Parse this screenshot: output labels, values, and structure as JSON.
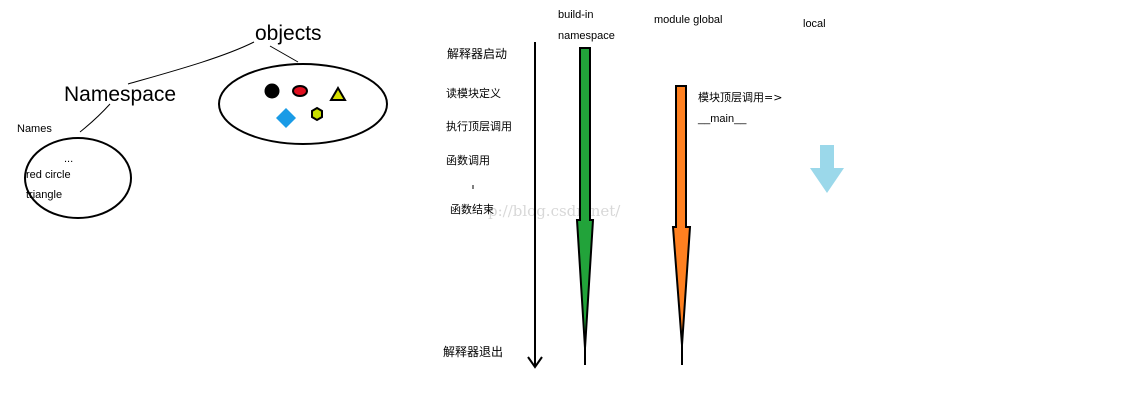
{
  "left_diagram": {
    "objects_label": "objects",
    "namespace_label": "Namespace",
    "names_label": "Names",
    "names_items": [
      "...",
      "red circle",
      "triangle"
    ],
    "object_icons": [
      {
        "name": "black-circle-icon",
        "color": "#000000"
      },
      {
        "name": "red-ellipse-icon",
        "color": "#e01020"
      },
      {
        "name": "yellow-triangle-icon",
        "color": "#d8e000"
      },
      {
        "name": "blue-diamond-icon",
        "color": "#1a9be6"
      },
      {
        "name": "yellow-hexagon-icon",
        "color": "#c8e000"
      }
    ]
  },
  "timeline": {
    "headers": {
      "builtin_line1": "build-in",
      "builtin_line2": "namespace",
      "module": "module global",
      "local": "local"
    },
    "events": {
      "start": "解释器启动",
      "read_module": "读模块定义",
      "exec_top": "执行顶层调用",
      "func_call": "函数调用",
      "func_end": "函数结束",
      "exit": "解释器退出"
    },
    "module_note_line1": "模块顶层调用=>",
    "module_note_line2": "__main__",
    "colors": {
      "builtin": "#22a33a",
      "module": "#ff8020",
      "local": "#9bd8ea"
    }
  },
  "watermark": "p://blog.csdn.net/"
}
